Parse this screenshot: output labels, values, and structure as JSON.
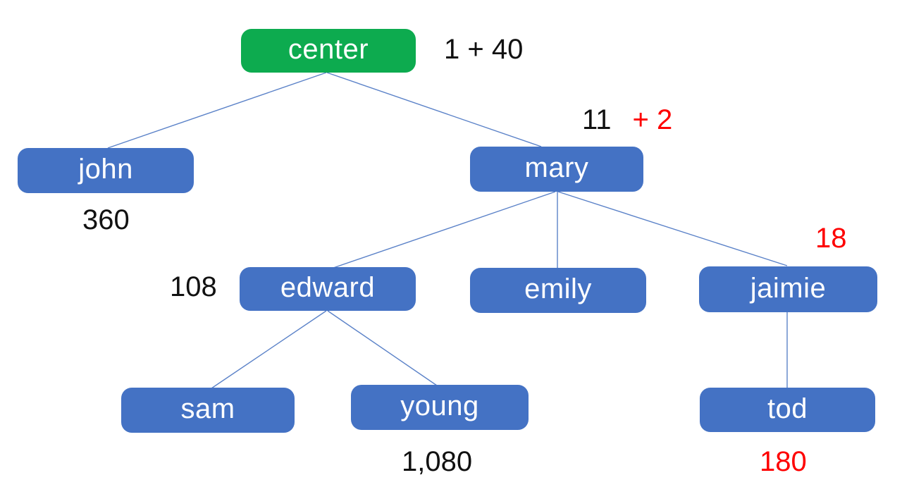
{
  "colors": {
    "root_fill": "#0DAB4F",
    "node_fill": "#4472C4",
    "node_text": "#FFFFFF",
    "edge_line": "#5B82C8",
    "number_black": "#111111",
    "number_red": "#FE0000"
  },
  "nodes": {
    "center": {
      "label": "center",
      "annotation": "1 + 40",
      "annotation_color": "black"
    },
    "john": {
      "label": "john",
      "annotation": "360",
      "annotation_color": "black"
    },
    "mary": {
      "label": "mary",
      "annotation_black": "11",
      "annotation_red": "+ 2"
    },
    "edward": {
      "label": "edward",
      "annotation": "108",
      "annotation_color": "black"
    },
    "emily": {
      "label": "emily"
    },
    "jaimie": {
      "label": "jaimie",
      "annotation": "18",
      "annotation_color": "red"
    },
    "sam": {
      "label": "sam"
    },
    "young": {
      "label": "young",
      "annotation": "1,080",
      "annotation_color": "black"
    },
    "tod": {
      "label": "tod",
      "annotation": "180",
      "annotation_color": "red"
    }
  },
  "edges": [
    {
      "from": "center",
      "to": "john"
    },
    {
      "from": "center",
      "to": "mary"
    },
    {
      "from": "mary",
      "to": "edward"
    },
    {
      "from": "mary",
      "to": "emily"
    },
    {
      "from": "mary",
      "to": "jaimie"
    },
    {
      "from": "edward",
      "to": "sam"
    },
    {
      "from": "edward",
      "to": "young"
    },
    {
      "from": "jaimie",
      "to": "tod"
    }
  ]
}
